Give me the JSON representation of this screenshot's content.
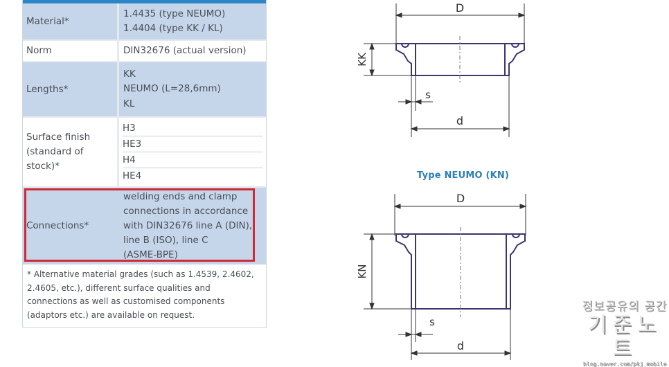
{
  "spec_table": {
    "rows": [
      {
        "label": "Material*",
        "values": [
          "1.4435 (type NEUMO)",
          "1.4404 (type KK / KL)"
        ]
      },
      {
        "label": "Norm",
        "values": [
          "DIN32676 (actual version)"
        ]
      },
      {
        "label": "Lengths*",
        "values": [
          "KK",
          "NEUMO (L=28,6mm)",
          "KL"
        ]
      },
      {
        "label": "Surface finish (standard of stock)*",
        "values": [
          "H3",
          "HE3",
          "H4",
          "HE4"
        ]
      },
      {
        "label": "Connections*",
        "values": [
          "welding ends and clamp",
          "connections in accordance",
          "with DIN32676 line A (DIN),",
          "line B (ISO), line C",
          "(ASME-BPE)"
        ]
      }
    ],
    "footnote": "* Alternative material grades (such as 1.4539, 2.4602, 2.4605, etc.), different surface qualities and connections as well as customised components (adaptors etc.) are available on request.",
    "highlight_color": "#d42832",
    "header_color": "#2a86c6",
    "row_blue": "#c5d5ea"
  },
  "drawings": {
    "top": {
      "dim_D": "D",
      "dim_height": "KK",
      "dim_s": "s",
      "dim_d": "d"
    },
    "bottom": {
      "title": "Type NEUMO (KN)",
      "dim_D": "D",
      "dim_height": "KN",
      "dim_s": "s",
      "dim_d": "d"
    }
  },
  "watermark": {
    "line1": "정보공유의 공간",
    "line2": "기준노트",
    "line3": "blog.naver.com/pkj_mobile"
  }
}
